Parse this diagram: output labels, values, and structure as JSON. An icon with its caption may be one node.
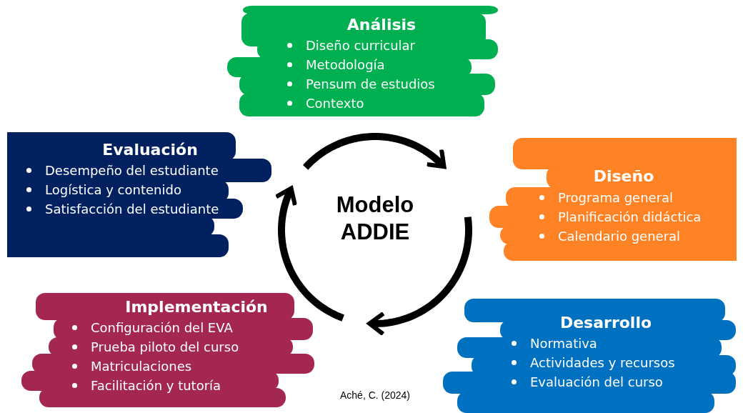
{
  "diagram": {
    "caption": "Aché, C. (2024)",
    "nodes": [
      {
        "text": [
          "Análisis",
          "Diseño curricular",
          "Metodología",
          "Pensum de estudios",
          "Contexto"
        ]
      },
      {
        "text": [
          "Diseño",
          "Programa general",
          "Planificación didáctica",
          "Calendario general"
        ]
      },
      {
        "text": [
          "Desarrollo",
          "Normativa",
          "Actividades y recursos",
          "Evaluación del curso"
        ]
      },
      {
        "text": [
          "Implementación",
          "Configuración del EVA",
          "Prueba piloto del curso",
          "Matriculaciones",
          "Facilitación y tutoría"
        ]
      },
      {
        "text": [
          "Evaluación",
          "Desempeño del estudiante",
          "Logística y contenido",
          "Satisfacción del estudiante"
        ]
      }
    ],
    "edges": [],
    "labels": [
      "Modelo ADDIE"
    ]
  }
}
